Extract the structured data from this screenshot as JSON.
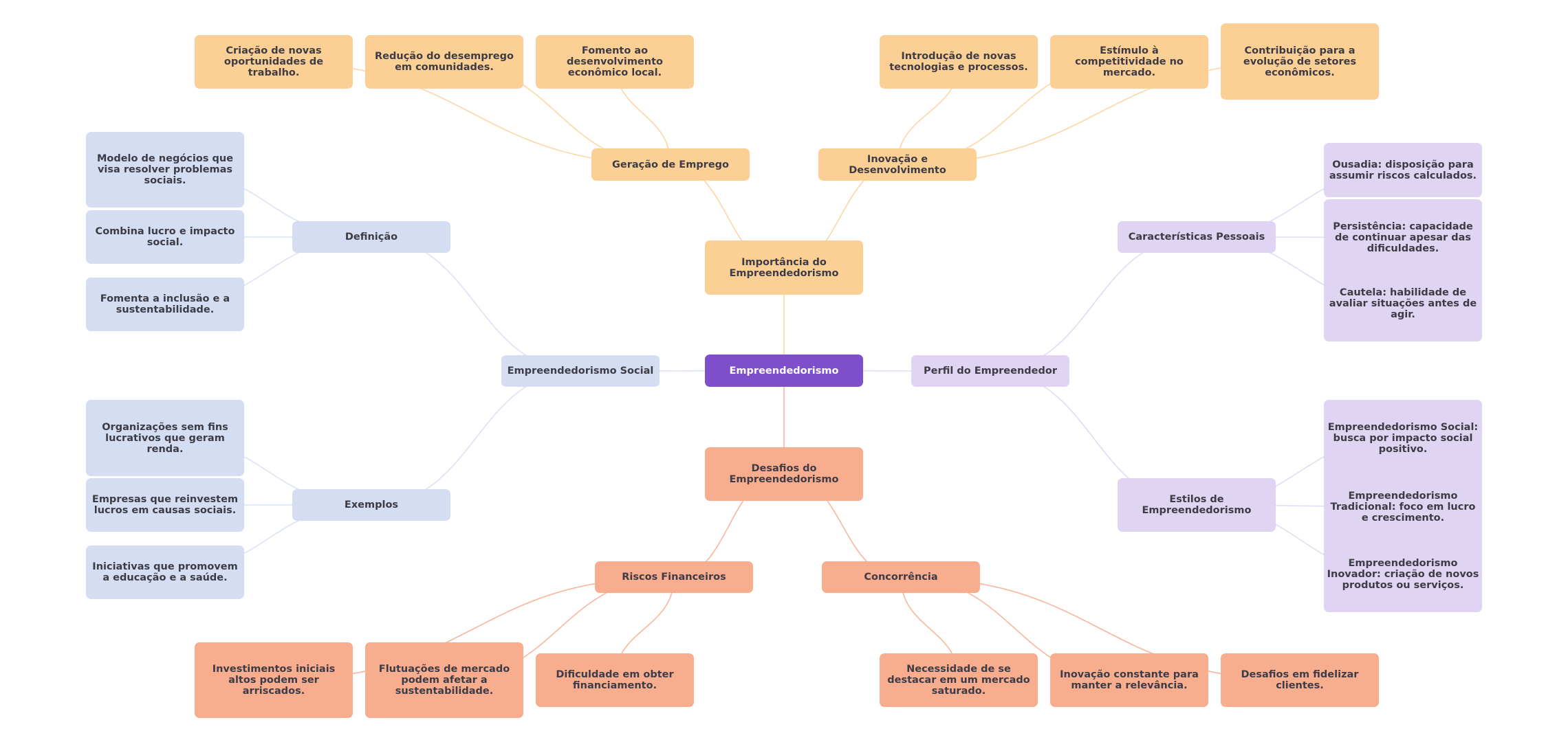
{
  "diagram": {
    "type": "mind-map",
    "palette": {
      "root": "#7f4fcb",
      "importancia": "#fcd095",
      "social": "#d4ddf2",
      "perfil": "#dfd4f2",
      "desafios": "#f9ad8f",
      "text": "#3d3c46"
    },
    "root": {
      "id": "root",
      "label": "Empreendedorismo"
    },
    "nodes": [
      {
        "id": "imp",
        "parent": "root",
        "label": "Importância do Empreendedorismo"
      },
      {
        "id": "ger",
        "parent": "imp",
        "label": "Geração de Emprego"
      },
      {
        "id": "ger1",
        "parent": "ger",
        "label": "Criação de novas oportunidades de trabalho."
      },
      {
        "id": "ger2",
        "parent": "ger",
        "label": "Redução do desemprego em comunidades."
      },
      {
        "id": "ger3",
        "parent": "ger",
        "label": "Fomento ao desenvolvimento econômico local."
      },
      {
        "id": "ino",
        "parent": "imp",
        "label": "Inovação e Desenvolvimento"
      },
      {
        "id": "ino1",
        "parent": "ino",
        "label": "Introdução de novas tecnologias e processos."
      },
      {
        "id": "ino2",
        "parent": "ino",
        "label": "Estímulo à competitividade no mercado."
      },
      {
        "id": "ino3",
        "parent": "ino",
        "label": "Contribuição para a evolução de setores econômicos."
      },
      {
        "id": "soc",
        "parent": "root",
        "label": "Empreendedorismo Social"
      },
      {
        "id": "def",
        "parent": "soc",
        "label": "Definição"
      },
      {
        "id": "def1",
        "parent": "def",
        "label": "Modelo de negócios que visa resolver problemas sociais."
      },
      {
        "id": "def2",
        "parent": "def",
        "label": "Combina lucro e impacto social."
      },
      {
        "id": "def3",
        "parent": "def",
        "label": "Fomenta a inclusão e a sustentabilidade."
      },
      {
        "id": "exe",
        "parent": "soc",
        "label": "Exemplos"
      },
      {
        "id": "exe1",
        "parent": "exe",
        "label": "Organizações sem fins lucrativos que geram renda."
      },
      {
        "id": "exe2",
        "parent": "exe",
        "label": "Empresas que reinvestem lucros em causas sociais."
      },
      {
        "id": "exe3",
        "parent": "exe",
        "label": "Iniciativas que promovem a educação e a saúde."
      },
      {
        "id": "per",
        "parent": "root",
        "label": "Perfil do Empreendedor"
      },
      {
        "id": "car",
        "parent": "per",
        "label": "Características Pessoais"
      },
      {
        "id": "car1",
        "parent": "car",
        "label": "Ousadia: disposição para assumir riscos calculados."
      },
      {
        "id": "car2",
        "parent": "car",
        "label": "Persistência: capacidade de continuar apesar das dificuldades."
      },
      {
        "id": "car3",
        "parent": "car",
        "label": "Cautela: habilidade de avaliar situações antes de agir."
      },
      {
        "id": "est",
        "parent": "per",
        "label": "Estilos de Empreendedorismo"
      },
      {
        "id": "est1",
        "parent": "est",
        "label": "Empreendedorismo Social: busca por impacto social positivo."
      },
      {
        "id": "est2",
        "parent": "est",
        "label": "Empreendedorismo Tradicional: foco em lucro e crescimento."
      },
      {
        "id": "est3",
        "parent": "est",
        "label": "Empreendedorismo Inovador: criação de novos produtos ou serviços."
      },
      {
        "id": "des",
        "parent": "root",
        "label": "Desafios do Empreendedorismo"
      },
      {
        "id": "ris",
        "parent": "des",
        "label": "Riscos Financeiros"
      },
      {
        "id": "ris1",
        "parent": "ris",
        "label": "Investimentos iniciais altos podem ser arriscados."
      },
      {
        "id": "ris2",
        "parent": "ris",
        "label": "Flutuações de mercado podem afetar a sustentabilidade."
      },
      {
        "id": "ris3",
        "parent": "ris",
        "label": "Dificuldade em obter financiamento."
      },
      {
        "id": "con",
        "parent": "des",
        "label": "Concorrência"
      },
      {
        "id": "con1",
        "parent": "con",
        "label": "Necessidade de se destacar em um mercado saturado."
      },
      {
        "id": "con2",
        "parent": "con",
        "label": "Inovação constante para manter a relevância."
      },
      {
        "id": "con3",
        "parent": "con",
        "label": "Desafios em fidelizar clientes."
      }
    ]
  }
}
